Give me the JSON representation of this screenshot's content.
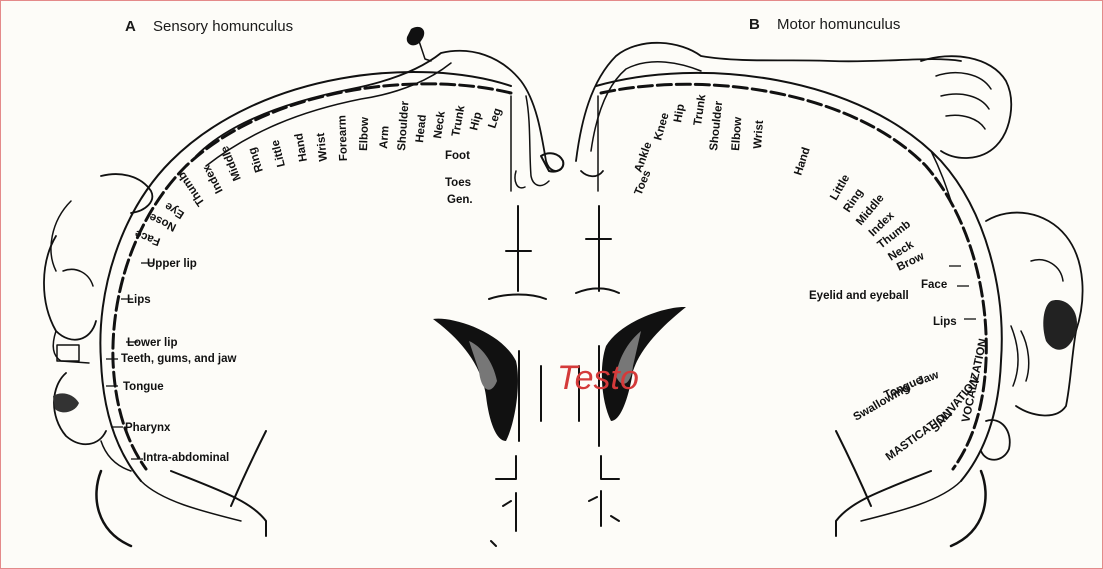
{
  "panels": {
    "sensory": {
      "letter": "A",
      "title": "Sensory homunculus"
    },
    "motor": {
      "letter": "B",
      "title": "Motor homunculus"
    }
  },
  "watermark": "Testo",
  "sensory_labels": [
    "Leg",
    "Hip",
    "Trunk",
    "Neck",
    "Head",
    "Shoulder",
    "Arm",
    "Elbow",
    "Forearm",
    "Wrist",
    "Hand",
    "Little",
    "Ring",
    "Middle",
    "Index",
    "Thumb",
    "Eye",
    "Nose",
    "Face",
    "Upper lip",
    "Lips",
    "Lower lip",
    "Teeth, gums, and jaw",
    "Tongue",
    "Pharynx",
    "Intra-abdominal",
    "Foot",
    "Toes",
    "Gen."
  ],
  "motor_labels": [
    "Toes",
    "Ankle",
    "Knee",
    "Hip",
    "Trunk",
    "Shoulder",
    "Elbow",
    "Wrist",
    "Hand",
    "Little",
    "Ring",
    "Middle",
    "Index",
    "Thumb",
    "Neck",
    "Brow",
    "Eyelid and eyeball",
    "Face",
    "Lips",
    "Jaw",
    "Tongue",
    "Swallowing",
    "VOCALIZATION",
    "SALIVATION",
    "MASTICATION"
  ]
}
